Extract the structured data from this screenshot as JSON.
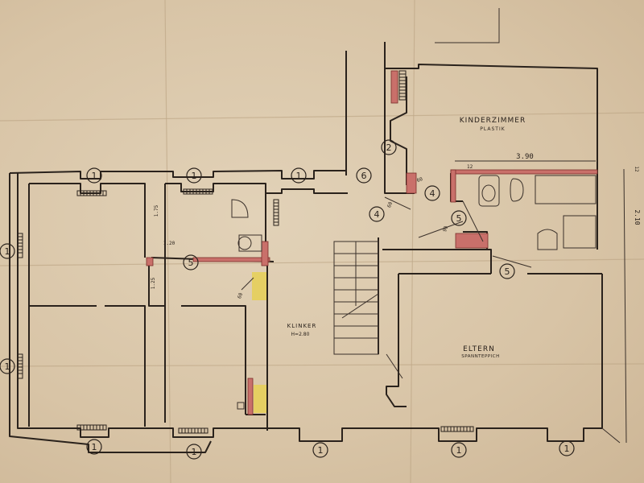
{
  "rooms": {
    "kinderzimmer": "KINDERZIMMER",
    "kinderzimmer_floor": "PLASTIK",
    "eltern": "ELTERN",
    "eltern_floor": "SPANNTEPPICH",
    "hall_floor": "KLINKER",
    "hall_height": "H=2.80"
  },
  "dimensions": {
    "d_390": "3.90",
    "d_210": "2.10",
    "d_12a": "12",
    "d_12b": "12",
    "d_60a": "60",
    "d_60b": "60",
    "d_60c": "60",
    "d_90": "90",
    "d_175": "1.75",
    "d_120": "1.20",
    "d_125": "1.25"
  },
  "markers": [
    "1",
    "2",
    "4",
    "5",
    "6"
  ],
  "colors": {
    "paper": "#d9c6aa",
    "ink": "#2a221c",
    "wall_highlight_red": "#c9706a",
    "wall_highlight_yellow": "#e6cf5a"
  }
}
